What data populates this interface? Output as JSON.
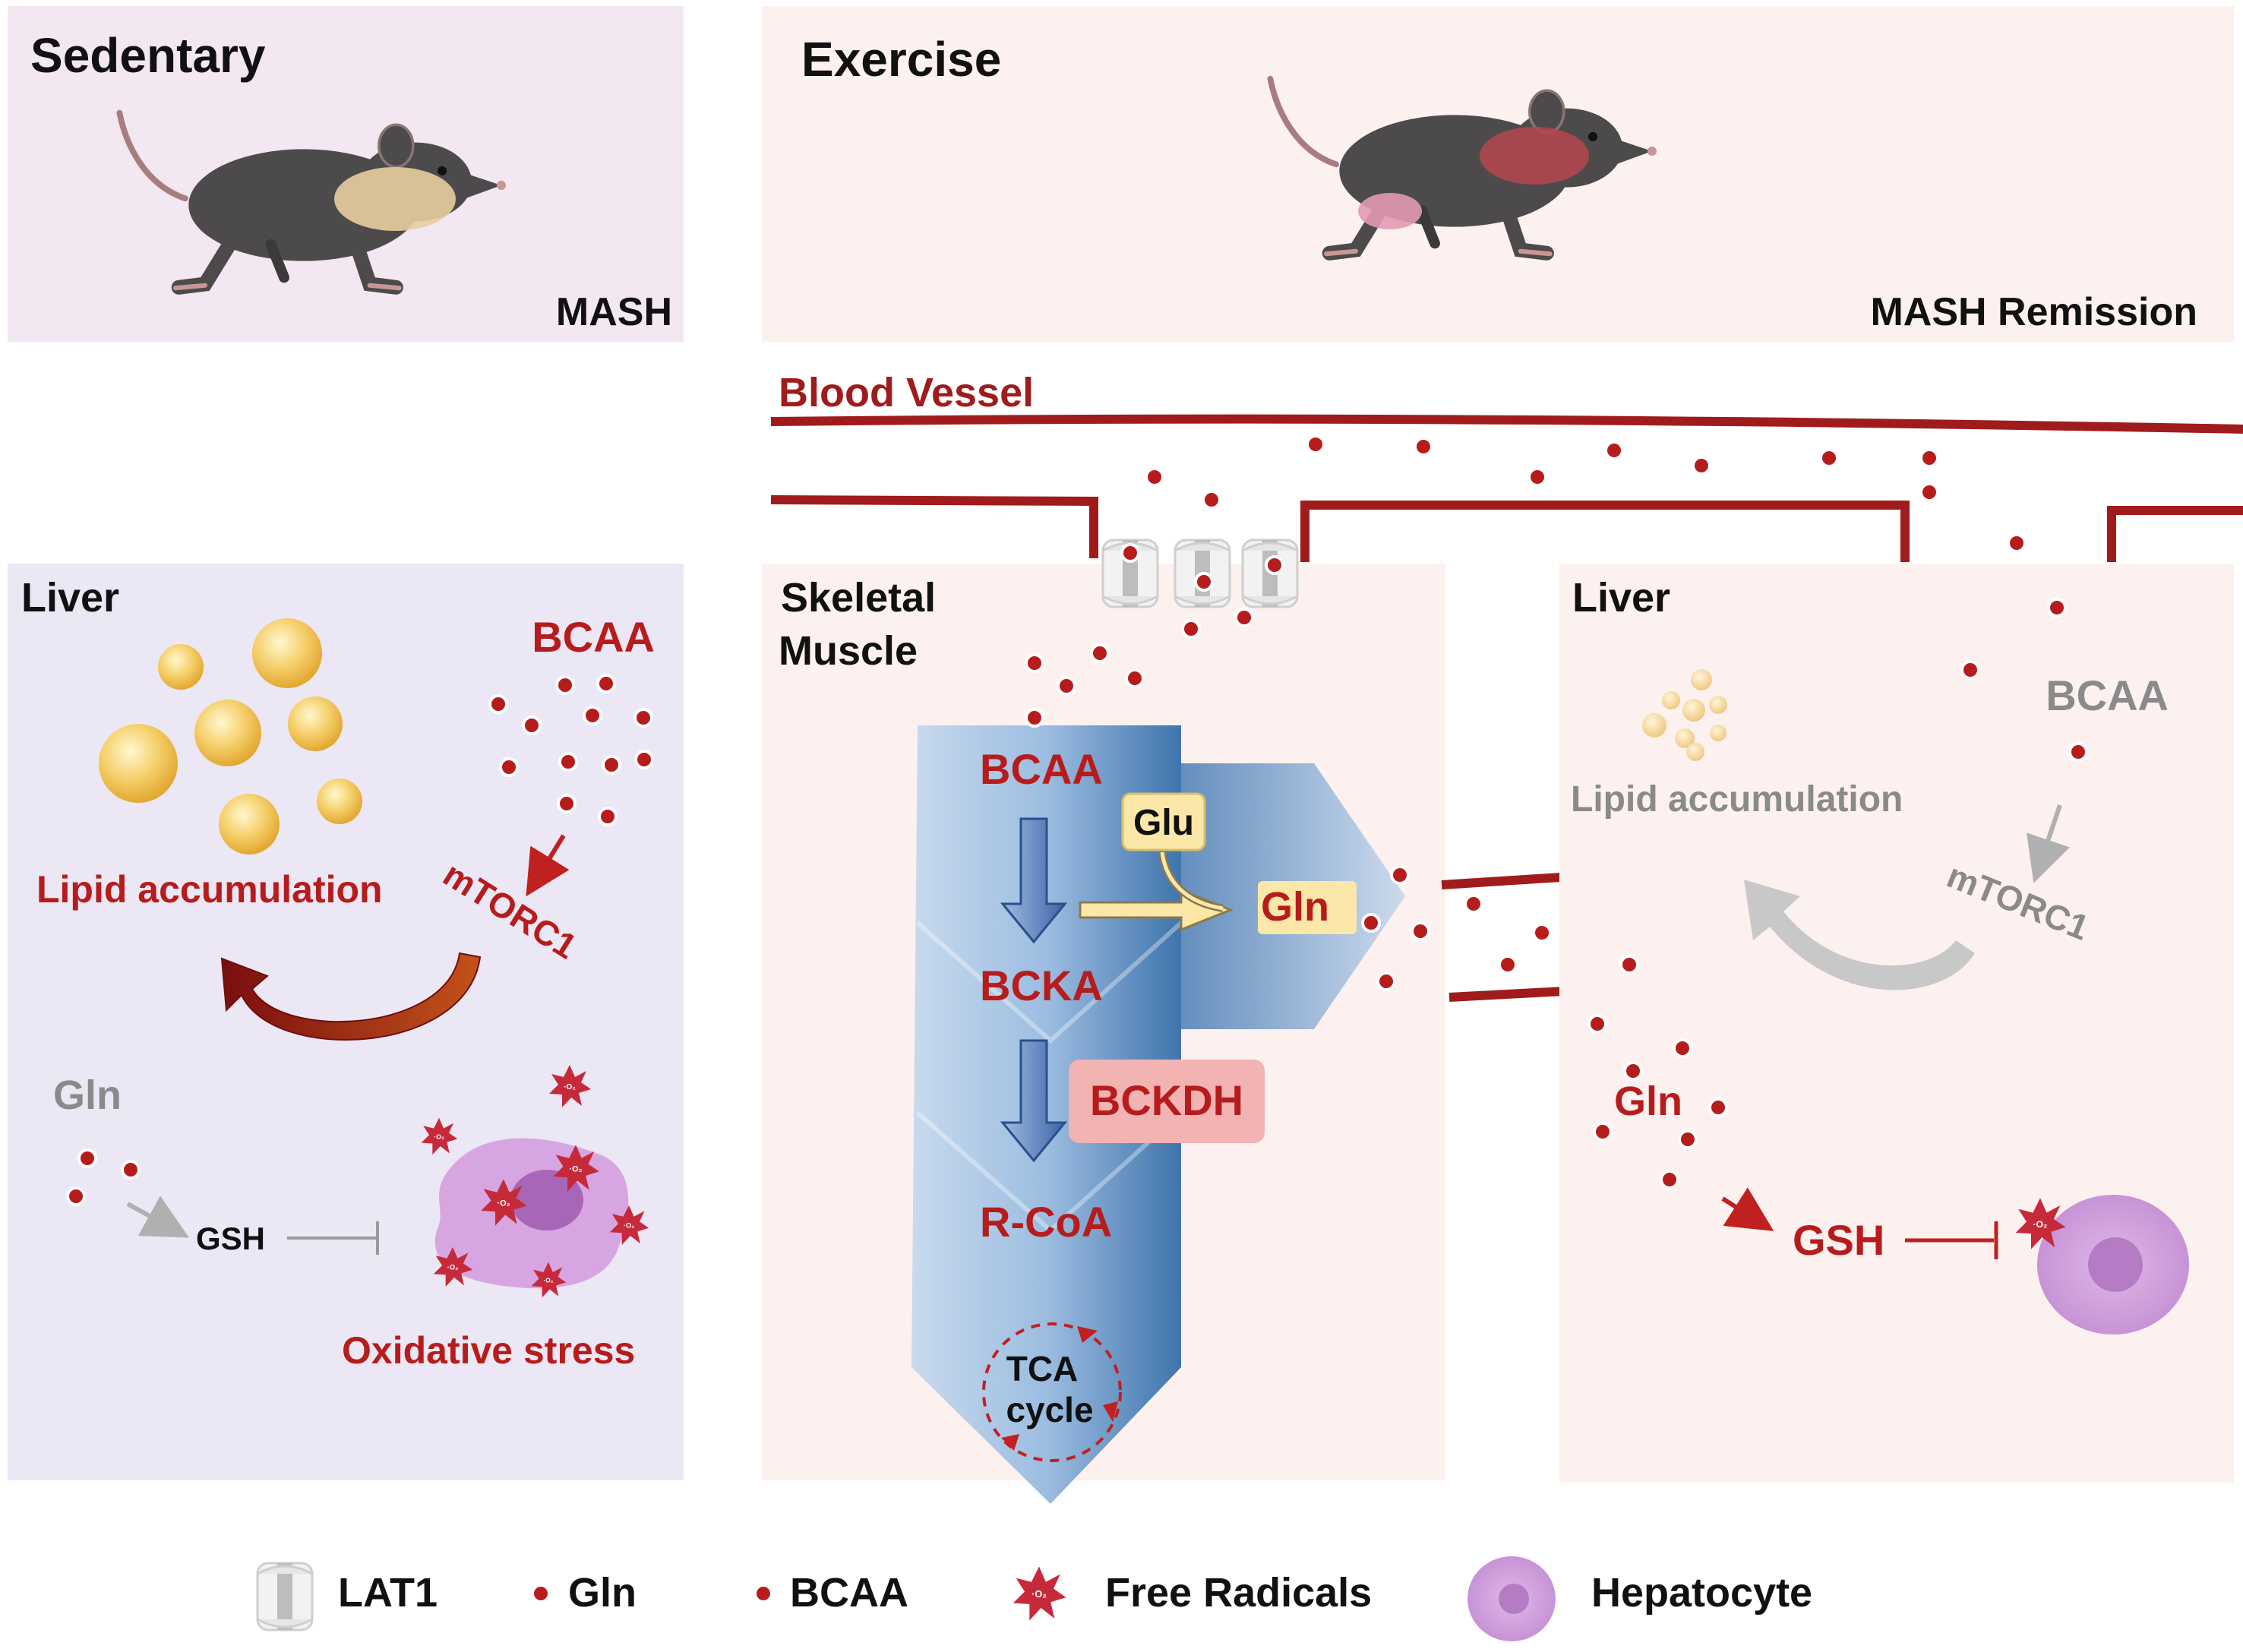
{
  "colors": {
    "dark_red": "#b71c1c",
    "gray_text": "#8a8a8a",
    "panel_sedentary": "#f3e7f1",
    "panel_exercise": "#fcf1ef",
    "panel_liver_left": "#ece7f4",
    "panel_muscle": "#fcf1ef",
    "vessel": "#a01c1c",
    "metabolism_blue": "#6f9ec9",
    "glu_box": "#fbe7a8",
    "bckdh_box": "#f2b3b3",
    "hepatocyte": "#d4a6df"
  },
  "sedentary": {
    "title": "Sedentary",
    "status": "MASH"
  },
  "exercise": {
    "title": "Exercise",
    "status": "MASH Remission"
  },
  "blood_vessel": {
    "label": "Blood Vessel"
  },
  "liver_sedentary": {
    "title": "Liver",
    "bcaa": "BCAA",
    "lipid": "Lipid accumulation",
    "mtorc1": "mTORC1",
    "gln": "Gln",
    "gsh": "GSH",
    "oxidative": "Oxidative stress",
    "radical_text": "·O₂"
  },
  "muscle": {
    "title_line1": "Skeletal",
    "title_line2": "Muscle",
    "bcaa": "BCAA",
    "glu": "Glu",
    "gln": "Gln",
    "bcka": "BCKA",
    "bckdh": "BCKDH",
    "rcoa": "R-CoA",
    "tca_line1": "TCA",
    "tca_line2": "cycle"
  },
  "liver_exercise": {
    "title": "Liver",
    "bcaa": "BCAA",
    "lipid": "Lipid accumulation",
    "mtorc1": "mTORC1",
    "gln": "Gln",
    "gsh": "GSH"
  },
  "legend": {
    "lat1": "LAT1",
    "gln": "Gln",
    "bcaa": "BCAA",
    "radicals": "Free Radicals",
    "hepatocyte": "Hepatocyte"
  },
  "icons": [
    "mouse-icon",
    "lat1-transporter-icon",
    "free-radical-icon",
    "hepatocyte-icon",
    "lipid-droplet-icon"
  ]
}
